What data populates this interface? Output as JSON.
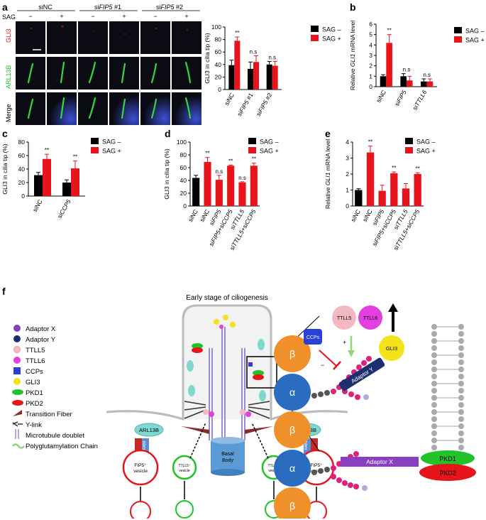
{
  "panels": {
    "a": {
      "label": "a",
      "sag_label": "SAG",
      "groups": [
        {
          "text_pre": "siNC",
          "text_italic": "",
          "text_post": ""
        },
        {
          "text_pre": "si",
          "text_italic": "FIP5",
          "text_post": " #1"
        },
        {
          "text_pre": "si",
          "text_italic": "FIP5",
          "text_post": " #2"
        }
      ],
      "minus": "−",
      "plus": "+",
      "rows": [
        "GLI3",
        "ARL13B",
        "Merge"
      ]
    },
    "b": {
      "label": "b"
    },
    "c": {
      "label": "c"
    },
    "d": {
      "label": "d"
    },
    "e": {
      "label": "e"
    },
    "f": {
      "label": "f"
    }
  },
  "chart_data": [
    {
      "id": "a_chart",
      "type": "bar",
      "ylabel": "GLI3 in cilia tip (%)",
      "ylim": [
        0,
        100
      ],
      "yticks": [
        0,
        20,
        40,
        60,
        80,
        100
      ],
      "categories": [
        "siNC",
        "siFIP5 #1",
        "siFIP5 #2"
      ],
      "series": [
        {
          "name": "SAG –",
          "color": "#000000",
          "values": [
            39,
            33,
            40
          ],
          "errors": [
            8,
            11,
            5
          ]
        },
        {
          "name": "SAG +",
          "color": "#e8141c",
          "values": [
            78,
            44,
            38
          ],
          "errors": [
            6,
            10,
            7
          ]
        }
      ],
      "annotations": [
        "**",
        "n.s",
        "n.s"
      ]
    },
    {
      "id": "b_chart",
      "type": "bar",
      "ylabel": "Relative GLI1 mRNA level",
      "ylim": [
        0,
        6
      ],
      "yticks": [
        0,
        1,
        2,
        3,
        4,
        5,
        6
      ],
      "categories": [
        "siNC",
        "siFIP5",
        "siTTLL6"
      ],
      "series": [
        {
          "name": "SAG –",
          "color": "#000000",
          "values": [
            1.0,
            1.0,
            0.5
          ],
          "errors": [
            0.15,
            0.25,
            0.25
          ]
        },
        {
          "name": "SAG +",
          "color": "#e8141c",
          "values": [
            4.2,
            0.6,
            0.5
          ],
          "errors": [
            0.8,
            0.4,
            0.25
          ]
        }
      ],
      "annotations": [
        "**",
        "n.s",
        "n.s"
      ]
    },
    {
      "id": "c_chart",
      "type": "bar",
      "ylabel": "GLI3 in cilia tip (%)",
      "ylim": [
        0,
        80
      ],
      "yticks": [
        0,
        20,
        40,
        60,
        80
      ],
      "categories": [
        "siNC",
        "siCCP5"
      ],
      "series": [
        {
          "name": "SAG –",
          "color": "#000000",
          "values": [
            31,
            20
          ],
          "errors": [
            4,
            4
          ]
        },
        {
          "name": "SAG +",
          "color": "#e8141c",
          "values": [
            55,
            41
          ],
          "errors": [
            7,
            11
          ]
        }
      ],
      "annotations": [
        "**",
        "**"
      ]
    },
    {
      "id": "d_chart",
      "type": "bar",
      "ylabel": "GLI3 in cilia tip (%)",
      "ylim": [
        0,
        100
      ],
      "yticks": [
        0,
        20,
        40,
        60,
        80,
        100
      ],
      "categories": [
        "siNC",
        "siNC",
        "siFIP5",
        "siFIP5+siCCP5",
        "siTTLL5",
        "siTTLL5+siCCP5"
      ],
      "values": [
        44,
        69,
        41,
        63,
        37,
        63
      ],
      "errors": [
        4,
        7,
        7,
        1,
        1,
        4
      ],
      "colors": [
        "#000000",
        "#e8141c",
        "#e8141c",
        "#e8141c",
        "#e8141c",
        "#e8141c"
      ],
      "annotations": [
        "",
        "**",
        "n.s",
        "**",
        "n.s",
        "**"
      ],
      "legend": [
        "SAG –",
        "SAG +"
      ]
    },
    {
      "id": "e_chart",
      "type": "bar",
      "ylabel": "Relative GLI1 mRNA level",
      "ylim": [
        0,
        4
      ],
      "yticks": [
        0,
        1,
        2,
        3,
        4
      ],
      "categories": [
        "siNC",
        "siNC",
        "siFIP5",
        "siFIP5+siCCP5",
        "siTTLL5",
        "siTTLL5+siCCP5"
      ],
      "values": [
        1.0,
        3.35,
        0.95,
        2.05,
        1.1,
        2.0
      ],
      "errors": [
        0.08,
        0.4,
        0.35,
        0.08,
        0.3,
        0.08
      ],
      "colors": [
        "#000000",
        "#e8141c",
        "#e8141c",
        "#e8141c",
        "#e8141c",
        "#e8141c"
      ],
      "annotations": [
        "",
        "**",
        "",
        "**",
        "",
        "**"
      ],
      "legend": [
        "SAG –",
        "SAG +"
      ]
    }
  ],
  "diagram": {
    "title": "Early stage of ciliogenesis",
    "legend": [
      {
        "text": "Adaptor X",
        "icon": "purple-circle",
        "color": "#8a3fc0"
      },
      {
        "text": "Adaptor Y",
        "icon": "navy-circle",
        "color": "#1d2f6e"
      },
      {
        "text": "TTLL5",
        "icon": "pink-circle",
        "color": "#f3b8c2"
      },
      {
        "text": "TTLL6",
        "icon": "magenta-circle",
        "color": "#e23fe0"
      },
      {
        "text": "CCPs",
        "icon": "blue-square",
        "color": "#2a40d8"
      },
      {
        "text": "GLI3",
        "icon": "yellow-circle",
        "color": "#f4e21a"
      },
      {
        "text": "PKD1",
        "icon": "green-ellipse",
        "color": "#22c22a"
      },
      {
        "text": "PKD2",
        "icon": "red-ellipse",
        "color": "#e8141c"
      },
      {
        "text": "Transition Fiber",
        "icon": "fiber-icon",
        "color": "#8b2a2a"
      },
      {
        "text": "Y-link",
        "icon": "ylink-icon",
        "color": "#333333"
      },
      {
        "text": "Microtubule doublet",
        "icon": "doublet-icon",
        "color": "#9a8ad0"
      },
      {
        "text": "Polyglutamylation Chain",
        "icon": "chain-icon",
        "color": "#8ed67a"
      }
    ],
    "labels": {
      "arl13b": "ARL13B",
      "rab8": "RAB8",
      "basal": "Basal",
      "body": "Body",
      "fip5_vesicle": "FIP5⁺",
      "vesicle": "vesicle",
      "ttll5_vesicle": "TTLL5⁺",
      "ttll6_vesicle": "TTLL6⁺",
      "ttll5": "TTLL5",
      "ttll6": "TTLL6",
      "ccps": "CCPs",
      "gli3": "GLI3",
      "adaptor_y": "Adaptor Y",
      "adaptor_x": "Adaptor X",
      "pkd1": "PKD1",
      "pkd2": "PKD2",
      "beta": "β",
      "alpha": "α",
      "plus": "+",
      "minus": "−"
    }
  }
}
